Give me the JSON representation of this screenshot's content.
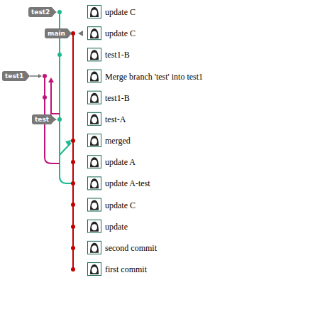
{
  "diagram": {
    "nodes": [
      {
        "text": [
          "test2"
        ]
      },
      {
        "text": [
          "main"
        ]
      },
      {
        "text": [
          "test1"
        ]
      },
      {
        "text": [
          "test"
        ]
      }
    ],
    "labels": [
      "update C",
      "update C",
      "test1-B",
      "Merge branch 'test' into test1",
      "test1-B",
      "test-A",
      "merged",
      "update A",
      "update A-test",
      "update C",
      "update",
      "second commit",
      "first commit"
    ]
  }
}
